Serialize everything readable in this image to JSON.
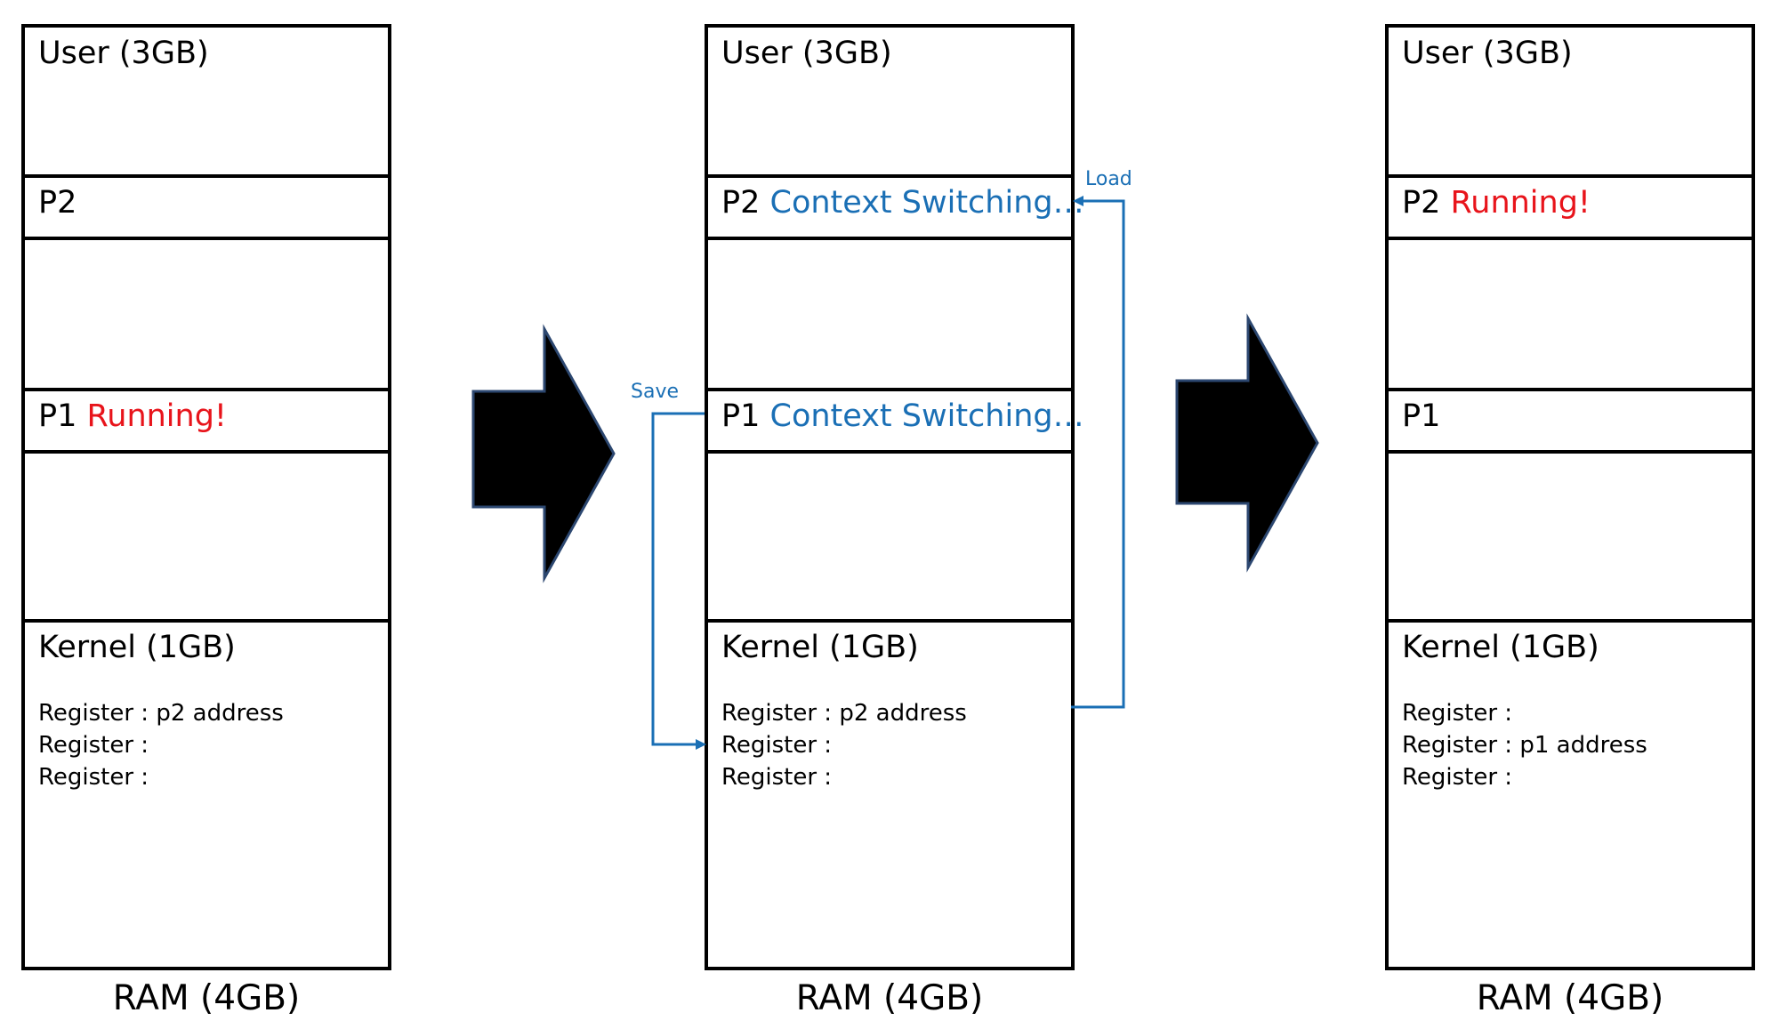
{
  "panels": [
    {
      "user": "User (3GB)",
      "p2": "P2",
      "p2_status": "",
      "p1": "P1",
      "p1_status": "Running!",
      "kernel": "Kernel (1GB)",
      "registers": [
        "Register : p2 address",
        "Register :",
        "Register :"
      ],
      "caption": "RAM (4GB)"
    },
    {
      "user": "User (3GB)",
      "p2": "P2",
      "p2_status": "Context Switching…",
      "p1": "P1",
      "p1_status": "Context Switching…",
      "kernel": "Kernel (1GB)",
      "registers": [
        "Register : p2 address",
        "Register :",
        "Register :"
      ],
      "caption": "RAM (4GB)"
    },
    {
      "user": "User (3GB)",
      "p2": "P2",
      "p2_status": "Running!",
      "p1": "P1",
      "p1_status": "",
      "kernel": "Kernel (1GB)",
      "registers": [
        "Register :",
        "Register : p1 address",
        "Register :"
      ],
      "caption": "RAM (4GB)"
    }
  ],
  "labels": {
    "save": "Save",
    "load": "Load"
  },
  "colors": {
    "running": "#e8141b",
    "switching": "#1a6fb5",
    "arrow_fill": "#000000",
    "arrow_stroke": "#2c4770"
  },
  "icons": {
    "transition_arrow": "right-block-arrow"
  }
}
